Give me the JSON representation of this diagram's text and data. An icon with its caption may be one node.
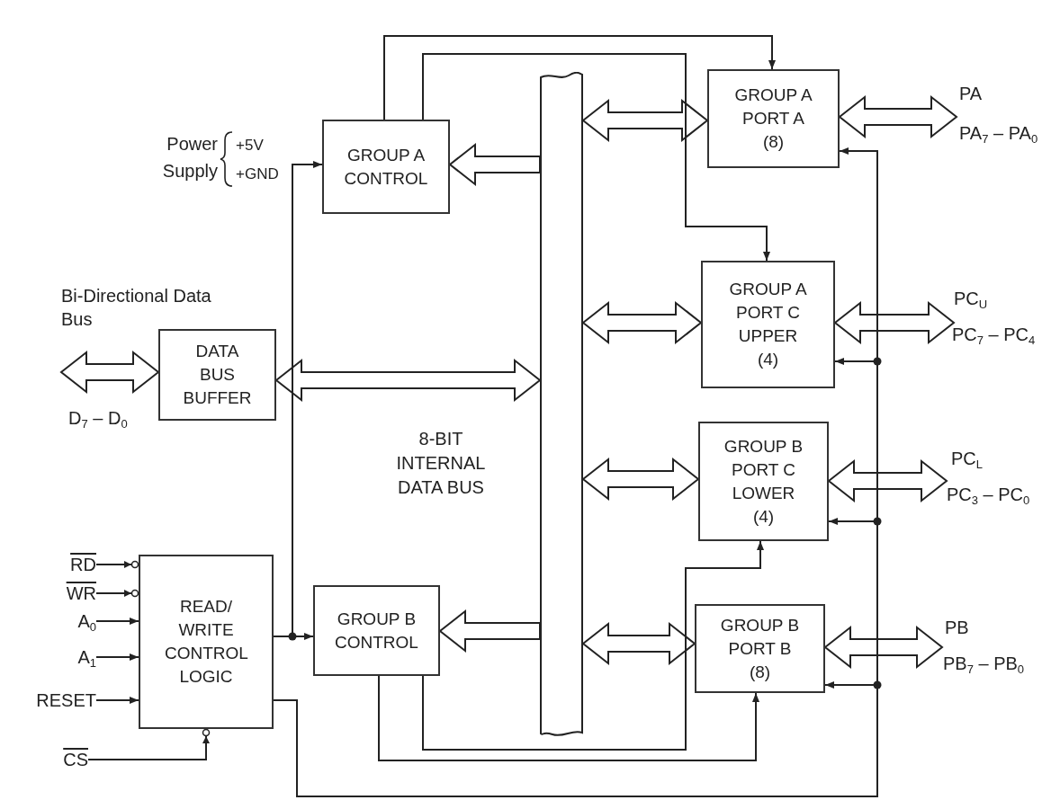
{
  "diagram": {
    "nodes": [
      {
        "text": [
          "GROUP A CONTROL"
        ]
      },
      {
        "text": [
          "GROUP A PORT A (8)"
        ]
      },
      {
        "text": [
          "GROUP A PORT C UPPER (4)"
        ]
      },
      {
        "text": [
          "DATA BUS BUFFER"
        ]
      },
      {
        "text": [],
        "shape": "bar"
      },
      {
        "text": [
          "GROUP B PORT C LOWER (4)"
        ]
      },
      {
        "text": [
          "READ/ WRITE CONTROL LOGIC"
        ]
      },
      {
        "text": [
          "GROUP B CONTROL"
        ]
      },
      {
        "text": [
          "GROUP B PORT B (8)"
        ]
      },
      {
        "text": [
          "RD"
        ]
      },
      {
        "text": [
          "WR"
        ]
      },
      {
        "text": [
          "A$_{0}$"
        ]
      },
      {
        "text": [
          "A$_{1}$"
        ]
      },
      {
        "text": [
          "RESET"
        ]
      },
      {
        "text": [
          "CS"
        ]
      }
    ],
    "edges": [
      {
        "from": 0,
        "to": 1,
        "arrow": "to"
      },
      {
        "from": 0,
        "to": 2,
        "arrow": "to"
      },
      {
        "from": 4,
        "to": 0,
        "arrow": "to",
        "style": "thick"
      },
      {
        "from": 4,
        "to": 1,
        "arrow": "both",
        "style": "thick"
      },
      {
        "from": 4,
        "to": 2,
        "arrow": "both",
        "style": "thick"
      },
      {
        "from": 3,
        "to": 4,
        "arrow": "both",
        "style": "thick"
      },
      {
        "from": 4,
        "to": 5,
        "arrow": "both",
        "style": "thick"
      },
      {
        "from": 4,
        "to": 8,
        "arrow": "both",
        "style": "thick"
      },
      {
        "from": 4,
        "to": 7,
        "arrow": "to",
        "style": "thick"
      },
      {
        "from": 1,
        "to": null,
        "arrow": "both",
        "style": "thick"
      },
      {
        "from": 2,
        "to": null,
        "arrow": "both",
        "style": "thick"
      },
      {
        "from": 5,
        "to": null,
        "arrow": "both",
        "style": "thick"
      },
      {
        "from": 8,
        "to": null,
        "arrow": "both",
        "style": "thick"
      },
      {
        "from": null,
        "to": 3,
        "arrow": "both",
        "style": "thick"
      },
      {
        "from": 7,
        "to": 5,
        "arrow": "to"
      },
      {
        "from": 7,
        "to": 8,
        "arrow": "to"
      },
      {
        "from": 6,
        "to": 7,
        "arrow": "to"
      },
      {
        "from": 6,
        "to": 0,
        "arrow": "to"
      },
      {
        "from": 6,
        "to": 1,
        "arrow": "to"
      },
      {
        "from": 6,
        "to": 2,
        "arrow": "to"
      },
      {
        "from": 6,
        "to": 5,
        "arrow": "to"
      },
      {
        "from": 6,
        "to": 8,
        "arrow": "to"
      },
      {
        "from": 9,
        "to": 6,
        "arrow": "to"
      },
      {
        "from": 10,
        "to": 6,
        "arrow": "to"
      },
      {
        "from": 11,
        "to": 6,
        "arrow": "to"
      },
      {
        "from": 12,
        "to": 6,
        "arrow": "to"
      },
      {
        "from": 13,
        "to": 6,
        "arrow": "to"
      },
      {
        "from": 14,
        "to": 6,
        "arrow": "to"
      }
    ],
    "labels": [
      "Power Supply",
      "+5V",
      "+GND",
      "Bi-Directional Data Bus",
      "D$_{7}$ – D$_{0}$",
      "8-BIT INTERNAL DATA BUS",
      "PA",
      "PA$_{7}$ – PA$_{0}$",
      "PC$_{U}$",
      "PC$_{7}$ – PC$_{4}$",
      "PC$_{L}$",
      "PC$_{3}$ – PC$_{0}$",
      "PB",
      "PB$_{7}$ – PB$_{0}$"
    ]
  }
}
